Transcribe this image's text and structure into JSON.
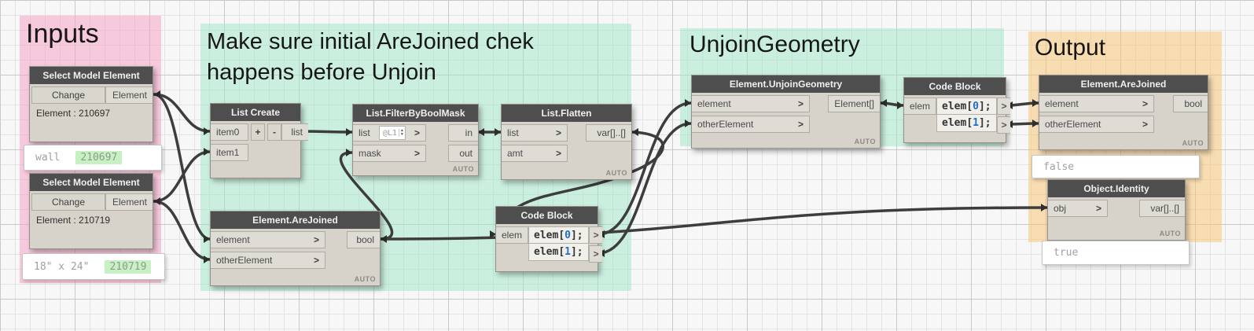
{
  "groups": {
    "inputs": {
      "title": "Inputs"
    },
    "check": {
      "title_line1": "Make sure initial AreJoined chek",
      "title_line2": "happens before Unjoin"
    },
    "unjoin": {
      "title": "UnjoinGeometry"
    },
    "output": {
      "title": "Output"
    }
  },
  "icons": {
    "chevron": ">",
    "spinner_up": "▲",
    "spinner_down": "▼"
  },
  "nodes": {
    "select1": {
      "title": "Select Model Element",
      "change_label": "Change",
      "output": "Element",
      "value": "Element : 210697"
    },
    "select2": {
      "title": "Select Model Element",
      "change_label": "Change",
      "output": "Element",
      "value": "Element : 210719"
    },
    "list_create": {
      "title": "List Create",
      "inputs": [
        "item0",
        "item1"
      ],
      "plus": "+",
      "minus": "-",
      "output": "list"
    },
    "filter": {
      "title": "List.FilterByBoolMask",
      "inputs": [
        "list",
        "mask"
      ],
      "level": "@L1",
      "outputs": [
        "in",
        "out"
      ],
      "lacing": "AUTO"
    },
    "flatten": {
      "title": "List.Flatten",
      "inputs": [
        "list",
        "amt"
      ],
      "output": "var[]..[]",
      "lacing": "AUTO"
    },
    "are_joined_check": {
      "title": "Element.AreJoined",
      "inputs": [
        "element",
        "otherElement"
      ],
      "output": "bool",
      "lacing": "AUTO"
    },
    "code_block_1": {
      "title": "Code Block",
      "input": "elem",
      "out_symbol": ">",
      "lines": [
        {
          "pre": "elem[",
          "num": "0",
          "post": "];"
        },
        {
          "pre": "elem[",
          "num": "1",
          "post": "];"
        }
      ]
    },
    "unjoin_geometry": {
      "title": "Element.UnjoinGeometry",
      "inputs": [
        "element",
        "otherElement"
      ],
      "output": "Element[]",
      "lacing": "AUTO"
    },
    "code_block_2": {
      "title": "Code Block",
      "input": "elem",
      "out_symbol": ">",
      "lines": [
        {
          "pre": "elem[",
          "num": "0",
          "post": "];"
        },
        {
          "pre": "elem[",
          "num": "1",
          "post": "];"
        }
      ]
    },
    "are_joined_out": {
      "title": "Element.AreJoined",
      "inputs": [
        "element",
        "otherElement"
      ],
      "output": "bool",
      "lacing": "AUTO"
    },
    "object_identity": {
      "title": "Object.Identity",
      "input": "obj",
      "output": "var[]..[]",
      "lacing": "AUTO"
    }
  },
  "previews": {
    "select1": {
      "label": "wall",
      "id": "210697"
    },
    "select2": {
      "label": "18\" x 24\"",
      "id": "210719"
    },
    "are_joined_out": {
      "value": "false"
    },
    "object_identity": {
      "value": "true"
    }
  },
  "colors": {
    "group_pink": "#f6c6dc",
    "group_green": "#cbefde",
    "group_orange": "#f8dcb2",
    "wire": "#3d3d3d",
    "node_header": "#4e4e4e",
    "highlight_green": "#c8f1c3",
    "code_number_blue": "#1f6fc5"
  }
}
